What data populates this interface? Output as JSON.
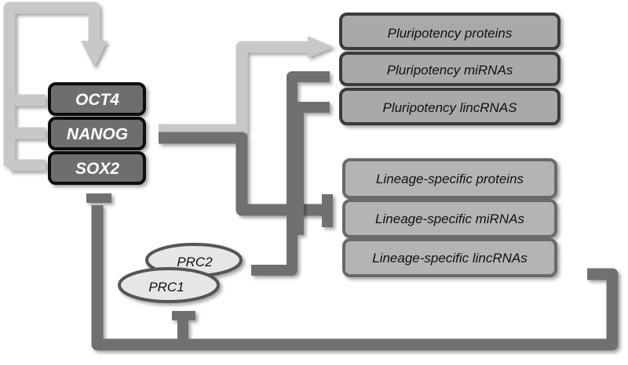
{
  "core_factors": [
    {
      "label": "OCT4"
    },
    {
      "label": "NANOG"
    },
    {
      "label": "SOX2"
    }
  ],
  "pluripotency_targets": [
    {
      "label": "Pluripotency proteins"
    },
    {
      "label": "Pluripotency miRNAs"
    },
    {
      "label": "Pluripotency lincRNAS"
    }
  ],
  "lineage_targets": [
    {
      "label": "Lineage-specific proteins"
    },
    {
      "label": "Lineage-specific miRNAs"
    },
    {
      "label": "Lineage-specific lincRNAs"
    }
  ],
  "repressors": [
    {
      "label": "PRC2"
    },
    {
      "label": "PRC1"
    }
  ],
  "colors": {
    "activation": "#c8c8c8",
    "inhibition": "#707070",
    "core_box": "#6e6e6e",
    "target_box": "#a9a9a9",
    "lineage_box": "#b4b4b4",
    "ellipse": "#e6e6e6"
  }
}
